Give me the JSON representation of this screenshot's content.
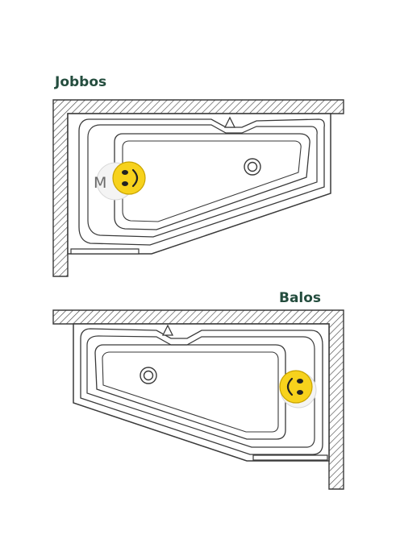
{
  "diagrams": [
    {
      "id": "right",
      "title": "Jobbos",
      "marker_letter": "M"
    },
    {
      "id": "left",
      "title": "Balos"
    }
  ],
  "colors": {
    "title": "#244d3e",
    "line": "#3a3a3a",
    "smiley_fill": "#f7d21c",
    "smiley_edge": "#c9a400"
  },
  "icons": {
    "smiley": "smiley-face-icon",
    "drain": "drain-icon",
    "overflow": "overflow-triangle-icon"
  }
}
